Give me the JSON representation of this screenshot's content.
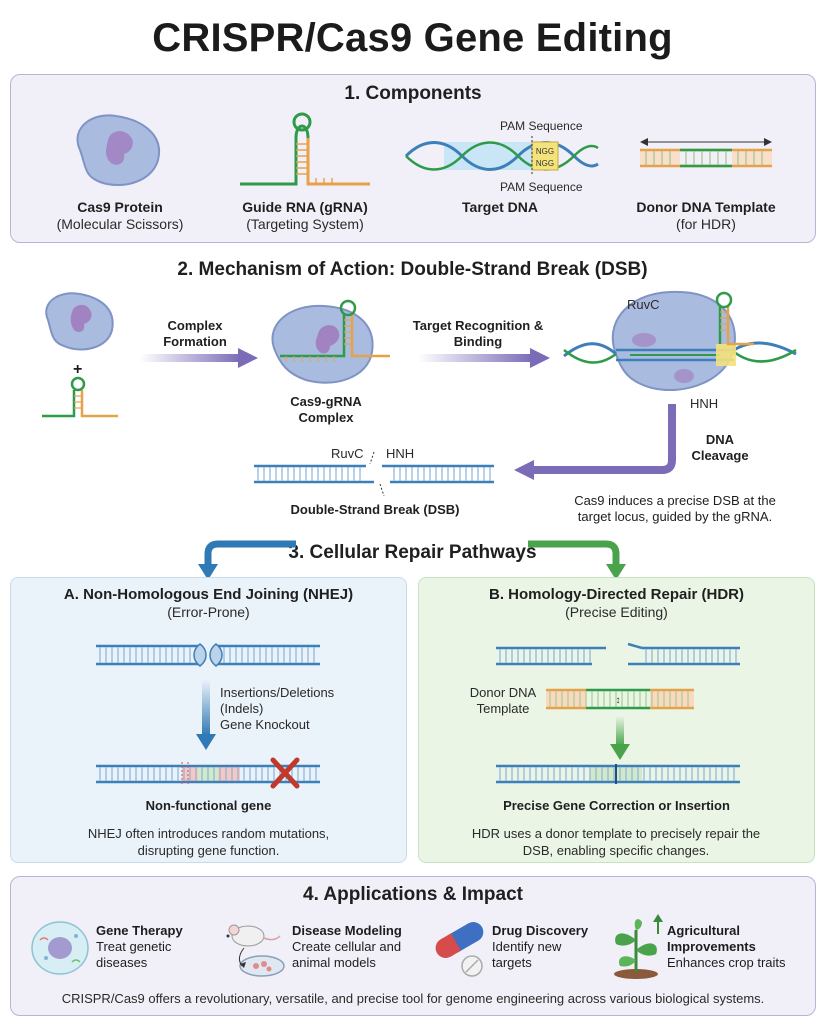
{
  "title": "CRISPR/Cas9 Gene Editing",
  "components": {
    "heading": "1. Components",
    "cas9": {
      "name": "Cas9 Protein",
      "desc": "(Molecular Scissors)"
    },
    "grna": {
      "name": "Guide RNA (gRNA)",
      "desc": "(Targeting System)"
    },
    "target": {
      "name": "Target DNA",
      "pam_top": "PAM Sequence",
      "pam_bottom": "PAM Sequence"
    },
    "donor": {
      "name": "Donor DNA Template",
      "desc": "(for HDR)"
    }
  },
  "mechanism": {
    "heading": "2. Mechanism of Action: Double-Strand Break (DSB)",
    "plus": "+",
    "step1": "Complex Formation",
    "complex_label": "Cas9-gRNA Complex",
    "step2": "Target Recognition & Binding",
    "ruvc": "RuvC",
    "hnh": "HNH",
    "step3": "DNA Cleavage",
    "dsb_ruvc": "RuvC",
    "dsb_hnh": "HNH",
    "dsb_label": "Double-Strand Break (DSB)",
    "note": "Cas9 induces a precise DSB at the target locus, guided by the gRNA."
  },
  "repair": {
    "heading": "3. Cellular Repair Pathways",
    "nhej": {
      "title": "A. Non-Homologous End Joining (NHEJ)",
      "subtitle": "(Error-Prone)",
      "arrow_text": [
        "Insertions/Deletions",
        "(Indels)",
        "Gene Knockout"
      ],
      "result": "Non-functional gene",
      "note": "NHEJ often introduces random mutations, disrupting gene function."
    },
    "hdr": {
      "title": "B. Homology-Directed Repair (HDR)",
      "subtitle": "(Precise Editing)",
      "donor_label": "Donor DNA Template",
      "result": "Precise Gene Correction or Insertion",
      "note": "HDR uses a donor template to precisely repair the DSB, enabling specific changes."
    }
  },
  "applications": {
    "heading": "4. Applications & Impact",
    "items": [
      {
        "name": "Gene Therapy",
        "desc": "Treat genetic diseases",
        "icon": "cell-icon"
      },
      {
        "name": "Disease Modeling",
        "desc": "Create cellular and animal models",
        "icon": "mouse-icon"
      },
      {
        "name": "Drug Discovery",
        "desc": "Identify new targets",
        "icon": "capsule-icon"
      },
      {
        "name": "Agricultural Improvements",
        "desc": "Enhances crop traits",
        "icon": "plant-icon"
      }
    ],
    "footer": "CRISPR/Cas9 offers a revolutionary, versatile, and precise tool for genome engineering across various biological systems."
  },
  "colors": {
    "protein": "#a9bbe0",
    "protein_core": "#a284c2",
    "rna_green": "#2e9a4a",
    "rna_orange": "#e6a24a",
    "dna_blue": "#3d7fb8",
    "arrow_purple": "#8c7ec0",
    "nhej_bg": "#eaf2fa",
    "hdr_bg": "#eaf5e6",
    "panel_bg": "#f1f0f8"
  }
}
